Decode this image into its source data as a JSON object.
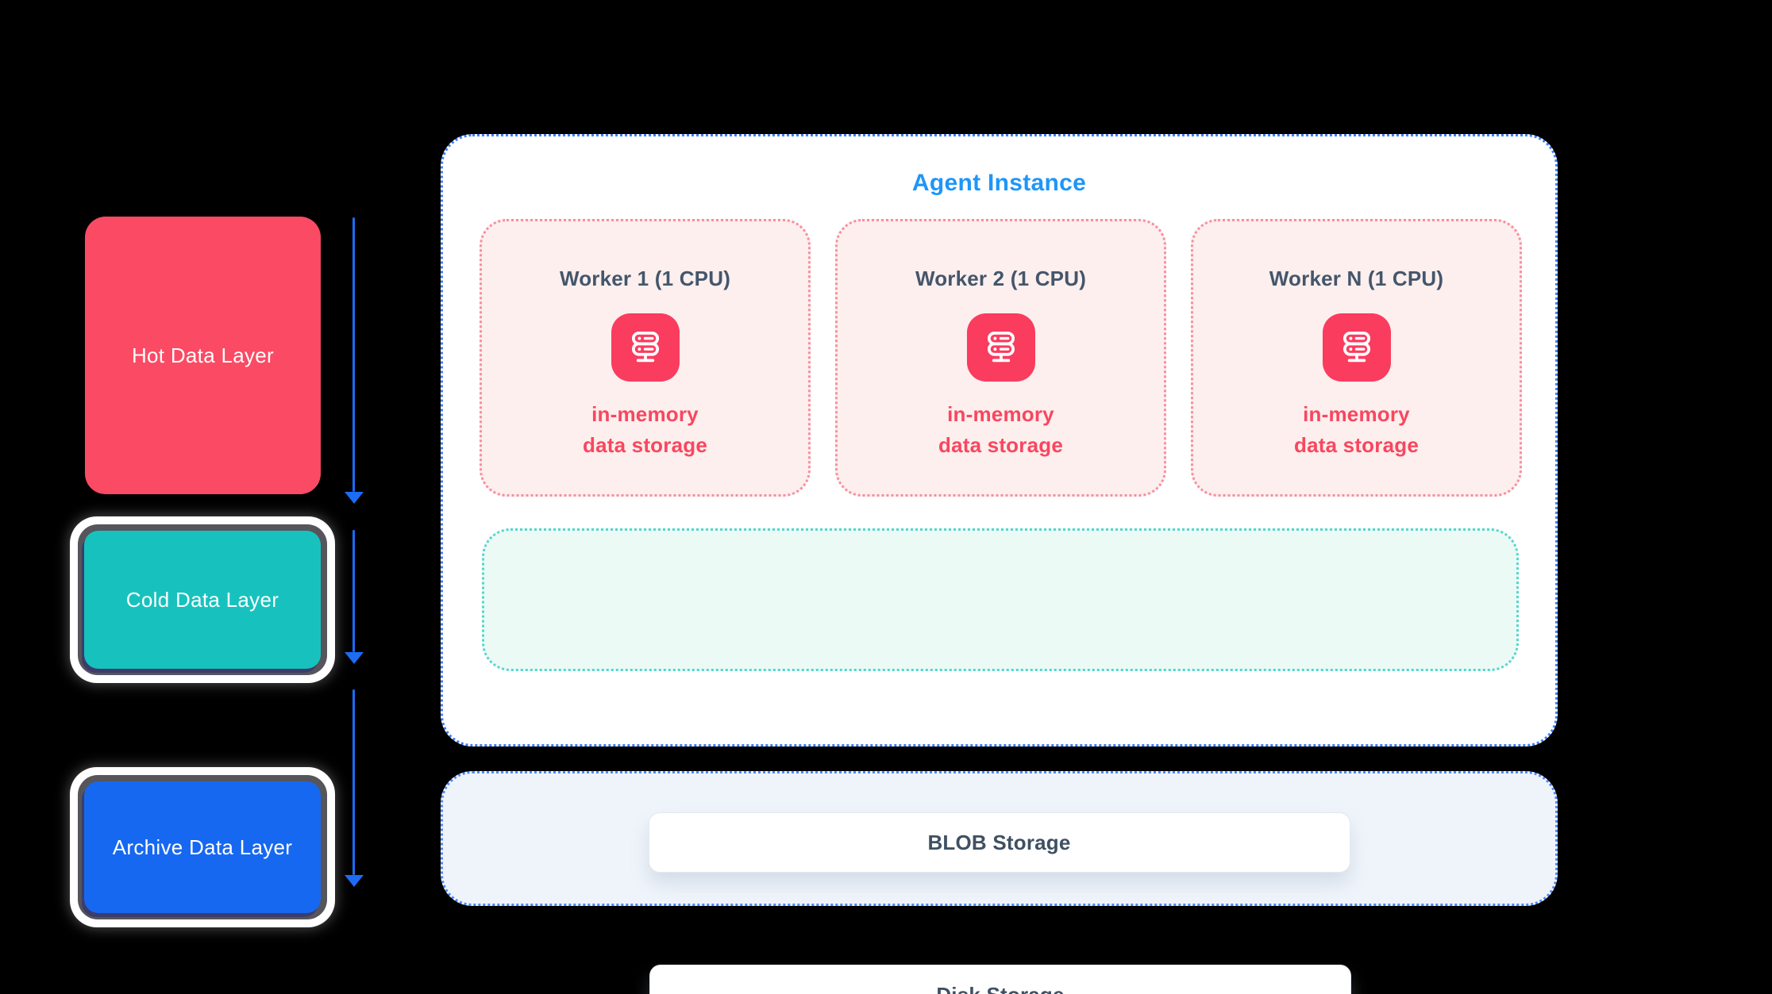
{
  "colors": {
    "background": "#000000",
    "hot_red": "#fb4a64",
    "cold_teal": "#17c2be",
    "archive_blue": "#1768f0",
    "arrow_blue": "#1c6cf4",
    "agent_border_blue": "#3d7efb",
    "agent_title_blue": "#1e96f8",
    "worker_fill_pink": "#fcefed",
    "worker_border_pink": "#f68fa0",
    "server_chip_red": "#fa3c5f",
    "caption_red": "#f9465f",
    "disk_zone_mint": "#ecfaf5",
    "disk_border_teal": "#54d6ce",
    "blob_zone_blue": "#eff4fa",
    "blob_border_blue": "#4e87f7",
    "node_text_slate": "#3f5063"
  },
  "left_layers": [
    {
      "label": "Hot Data Layer"
    },
    {
      "label": "Cold Data Layer"
    },
    {
      "label": "Archive Data Layer"
    }
  ],
  "agent": {
    "title": "Agent Instance",
    "workers": [
      {
        "title": "Worker 1 (1 CPU)",
        "icon": "server-icon",
        "caption_line1": "in-memory",
        "caption_line2": "data storage"
      },
      {
        "title": "Worker 2 (1 CPU)",
        "icon": "server-icon",
        "caption_line1": "in-memory",
        "caption_line2": "data storage"
      },
      {
        "title": "Worker N (1 CPU)",
        "icon": "server-icon",
        "caption_line1": "in-memory",
        "caption_line2": "data storage"
      }
    ],
    "disk": {
      "label": "Disk Storage"
    }
  },
  "blob": {
    "label": "BLOB Storage"
  }
}
